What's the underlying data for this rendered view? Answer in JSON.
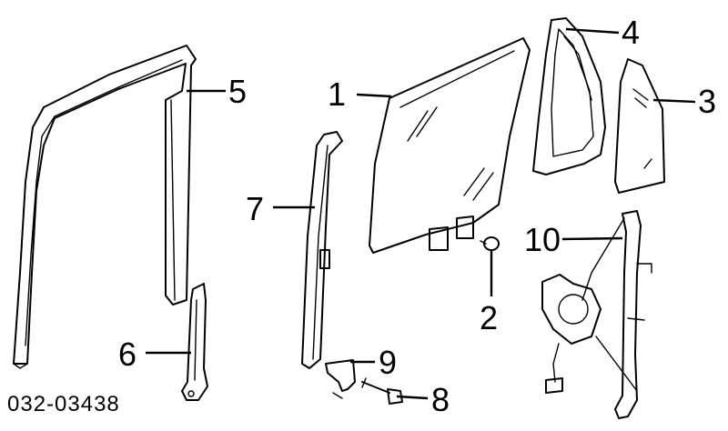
{
  "diagram_code": "032-03438",
  "callouts": [
    {
      "id": "1"
    },
    {
      "id": "2"
    },
    {
      "id": "3"
    },
    {
      "id": "4"
    },
    {
      "id": "5"
    },
    {
      "id": "6"
    },
    {
      "id": "7"
    },
    {
      "id": "8"
    },
    {
      "id": "9"
    },
    {
      "id": "10"
    }
  ],
  "colors": {
    "line": "#000000",
    "background": "#ffffff"
  }
}
